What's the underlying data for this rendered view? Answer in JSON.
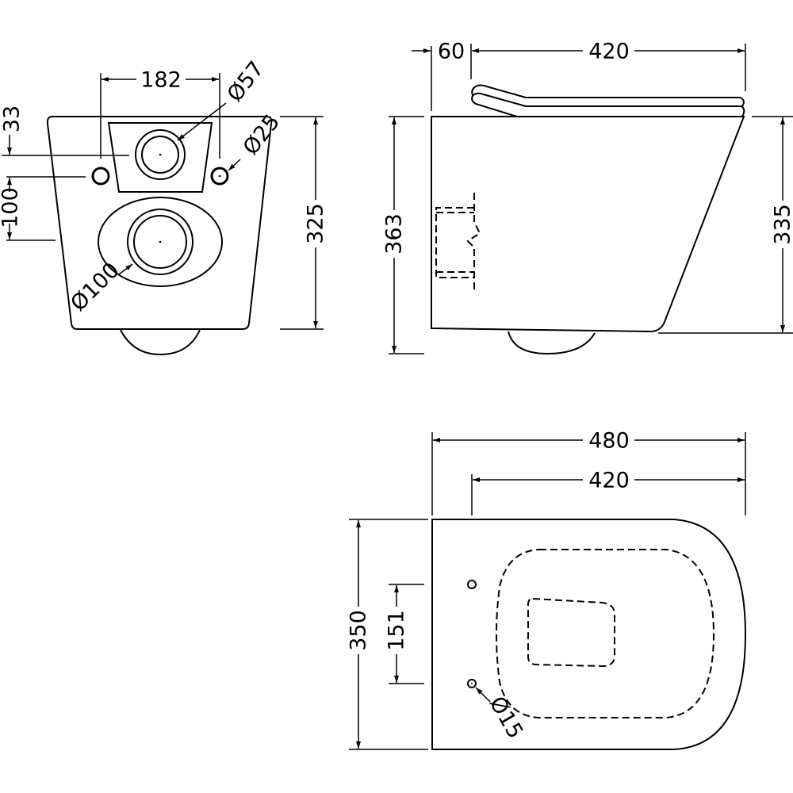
{
  "front_view": {
    "dims": {
      "hole_spacing": "182",
      "outlet_diameter": "Ø57",
      "fixing_hole_diameter": "Ø25",
      "top_offset": "33",
      "vertical_spacing": "100",
      "height": "325",
      "waste_diameter": "Ø100"
    }
  },
  "side_view": {
    "dims": {
      "seat_offset": "60",
      "seat_length": "420",
      "overall_height": "363",
      "pan_height": "335"
    }
  },
  "plan_view": {
    "dims": {
      "overall_length": "480",
      "seat_length": "420",
      "width": "350",
      "fixing_hole_spacing": "151",
      "fixing_hole_diameter": "Ø15"
    }
  }
}
